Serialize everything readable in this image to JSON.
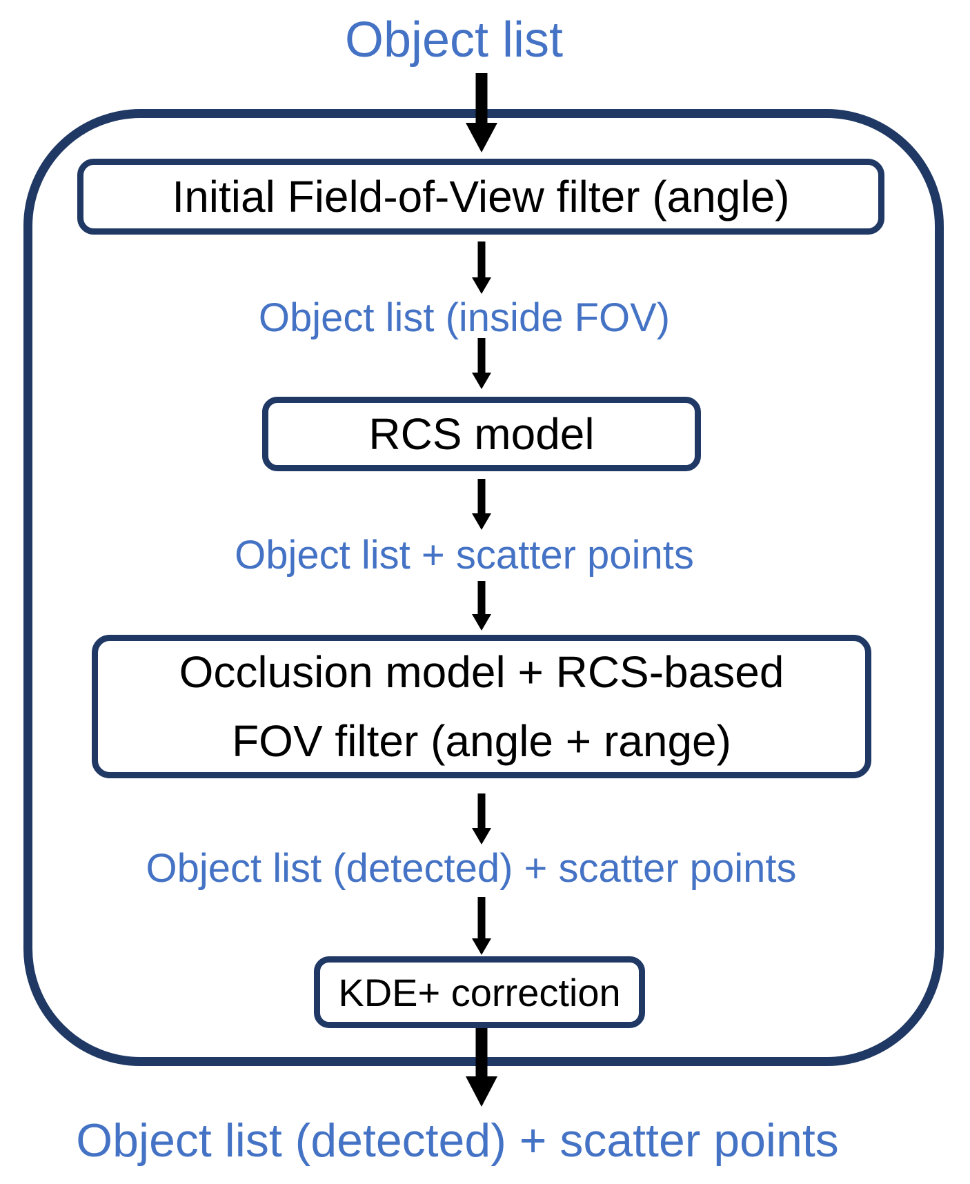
{
  "flow": {
    "input_label": "Object list",
    "stages": [
      {
        "label": "Initial Field-of-View filter (angle)"
      },
      {
        "label": "RCS model"
      },
      {
        "label": "Occlusion model + RCS-based\nFOV filter (angle + range)"
      },
      {
        "label": "KDE+ correction"
      }
    ],
    "edge_labels": [
      {
        "label": "Object list (inside FOV)"
      },
      {
        "label": "Object list + scatter points"
      },
      {
        "label": "Object list (detected) + scatter points"
      }
    ],
    "output_label": "Object list (detected) + scatter points",
    "colors": {
      "label_blue": "#4472C4",
      "outline_navy": "#1F3864",
      "arrow_black": "#000000"
    }
  }
}
